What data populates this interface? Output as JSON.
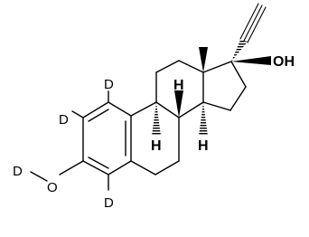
{
  "molecule": {
    "labels": {
      "oh_17": "OH",
      "h_8": "H",
      "h_9": "H",
      "h_14": "H",
      "d_1": "D",
      "d_2": "D",
      "d_4": "D",
      "o_3": "O",
      "d_o": "D"
    },
    "colors": {
      "bond": "#000000",
      "background": "#ffffff"
    }
  }
}
